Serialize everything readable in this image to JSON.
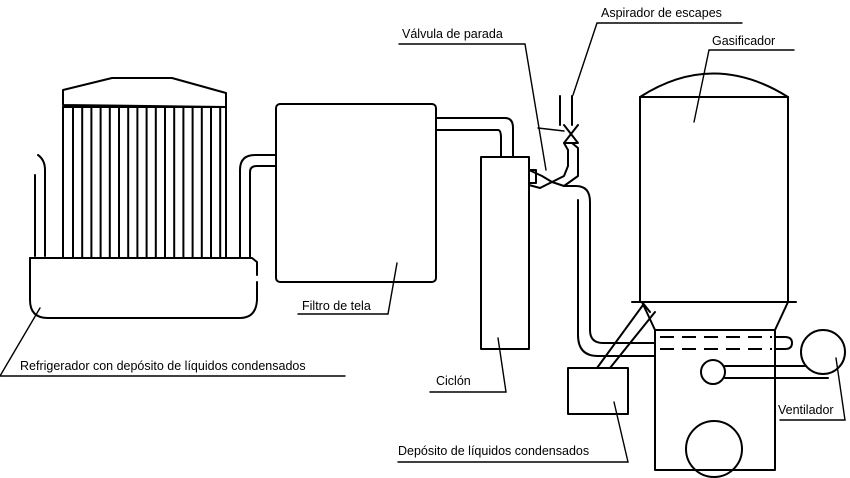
{
  "figure": {
    "type": "process-schematic",
    "labels": {
      "aspirador": "Aspirador de escapes",
      "valvula": "Válvula de parada",
      "gasificador": "Gasificador",
      "filtro": "Filtro de tela",
      "refrigerador": "Refrigerador con depósito de líquidos condensados",
      "ciclon": "Ciclón",
      "deposito": "Depósito de líquidos condensados",
      "ventilador": "Ventilador"
    },
    "components": [
      "Refrigerador con depósito de líquidos condensados",
      "Filtro de tela",
      "Ciclón",
      "Válvula de parada",
      "Aspirador de escapes",
      "Gasificador",
      "Depósito de líquidos condensados",
      "Ventilador"
    ],
    "colors": {
      "line": "#000000",
      "background": "#ffffff"
    }
  }
}
